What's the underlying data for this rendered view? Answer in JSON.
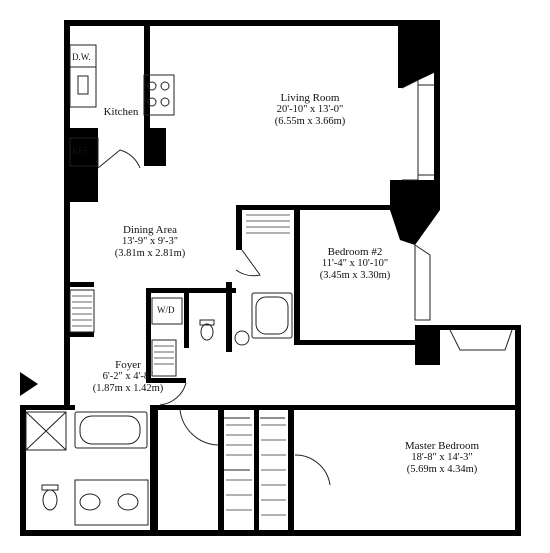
{
  "rooms": {
    "living_room": {
      "name": "Living Room",
      "dim_imperial": "20'-10\" x 13'-0\"",
      "dim_metric": "(6.55m x 3.66m)"
    },
    "kitchen": {
      "name": "Kitchen"
    },
    "dining_area": {
      "name": "Dining Area",
      "dim_imperial": "13'-9\" x 9'-3\"",
      "dim_metric": "(3.81m x 2.81m)"
    },
    "bedroom_2": {
      "name": "Bedroom #2",
      "dim_imperial": "11'-4\" x 10'-10\"",
      "dim_metric": "(3.45m x 3.30m)"
    },
    "foyer": {
      "name": "Foyer",
      "dim_imperial": "6'-2\" x 4'-8\"",
      "dim_metric": "(1.87m x 1.42m)"
    },
    "master_bedroom": {
      "name": "Master Bedroom",
      "dim_imperial": "18'-8\" x 14'-3\"",
      "dim_metric": "(5.69m x 4.34m)"
    }
  },
  "fixtures": {
    "dishwasher": "D.W.",
    "refrigerator": "REF.",
    "washer_dryer": "W/D"
  },
  "colors": {
    "wall": "#000000",
    "background": "#ffffff",
    "line": "#222222"
  }
}
